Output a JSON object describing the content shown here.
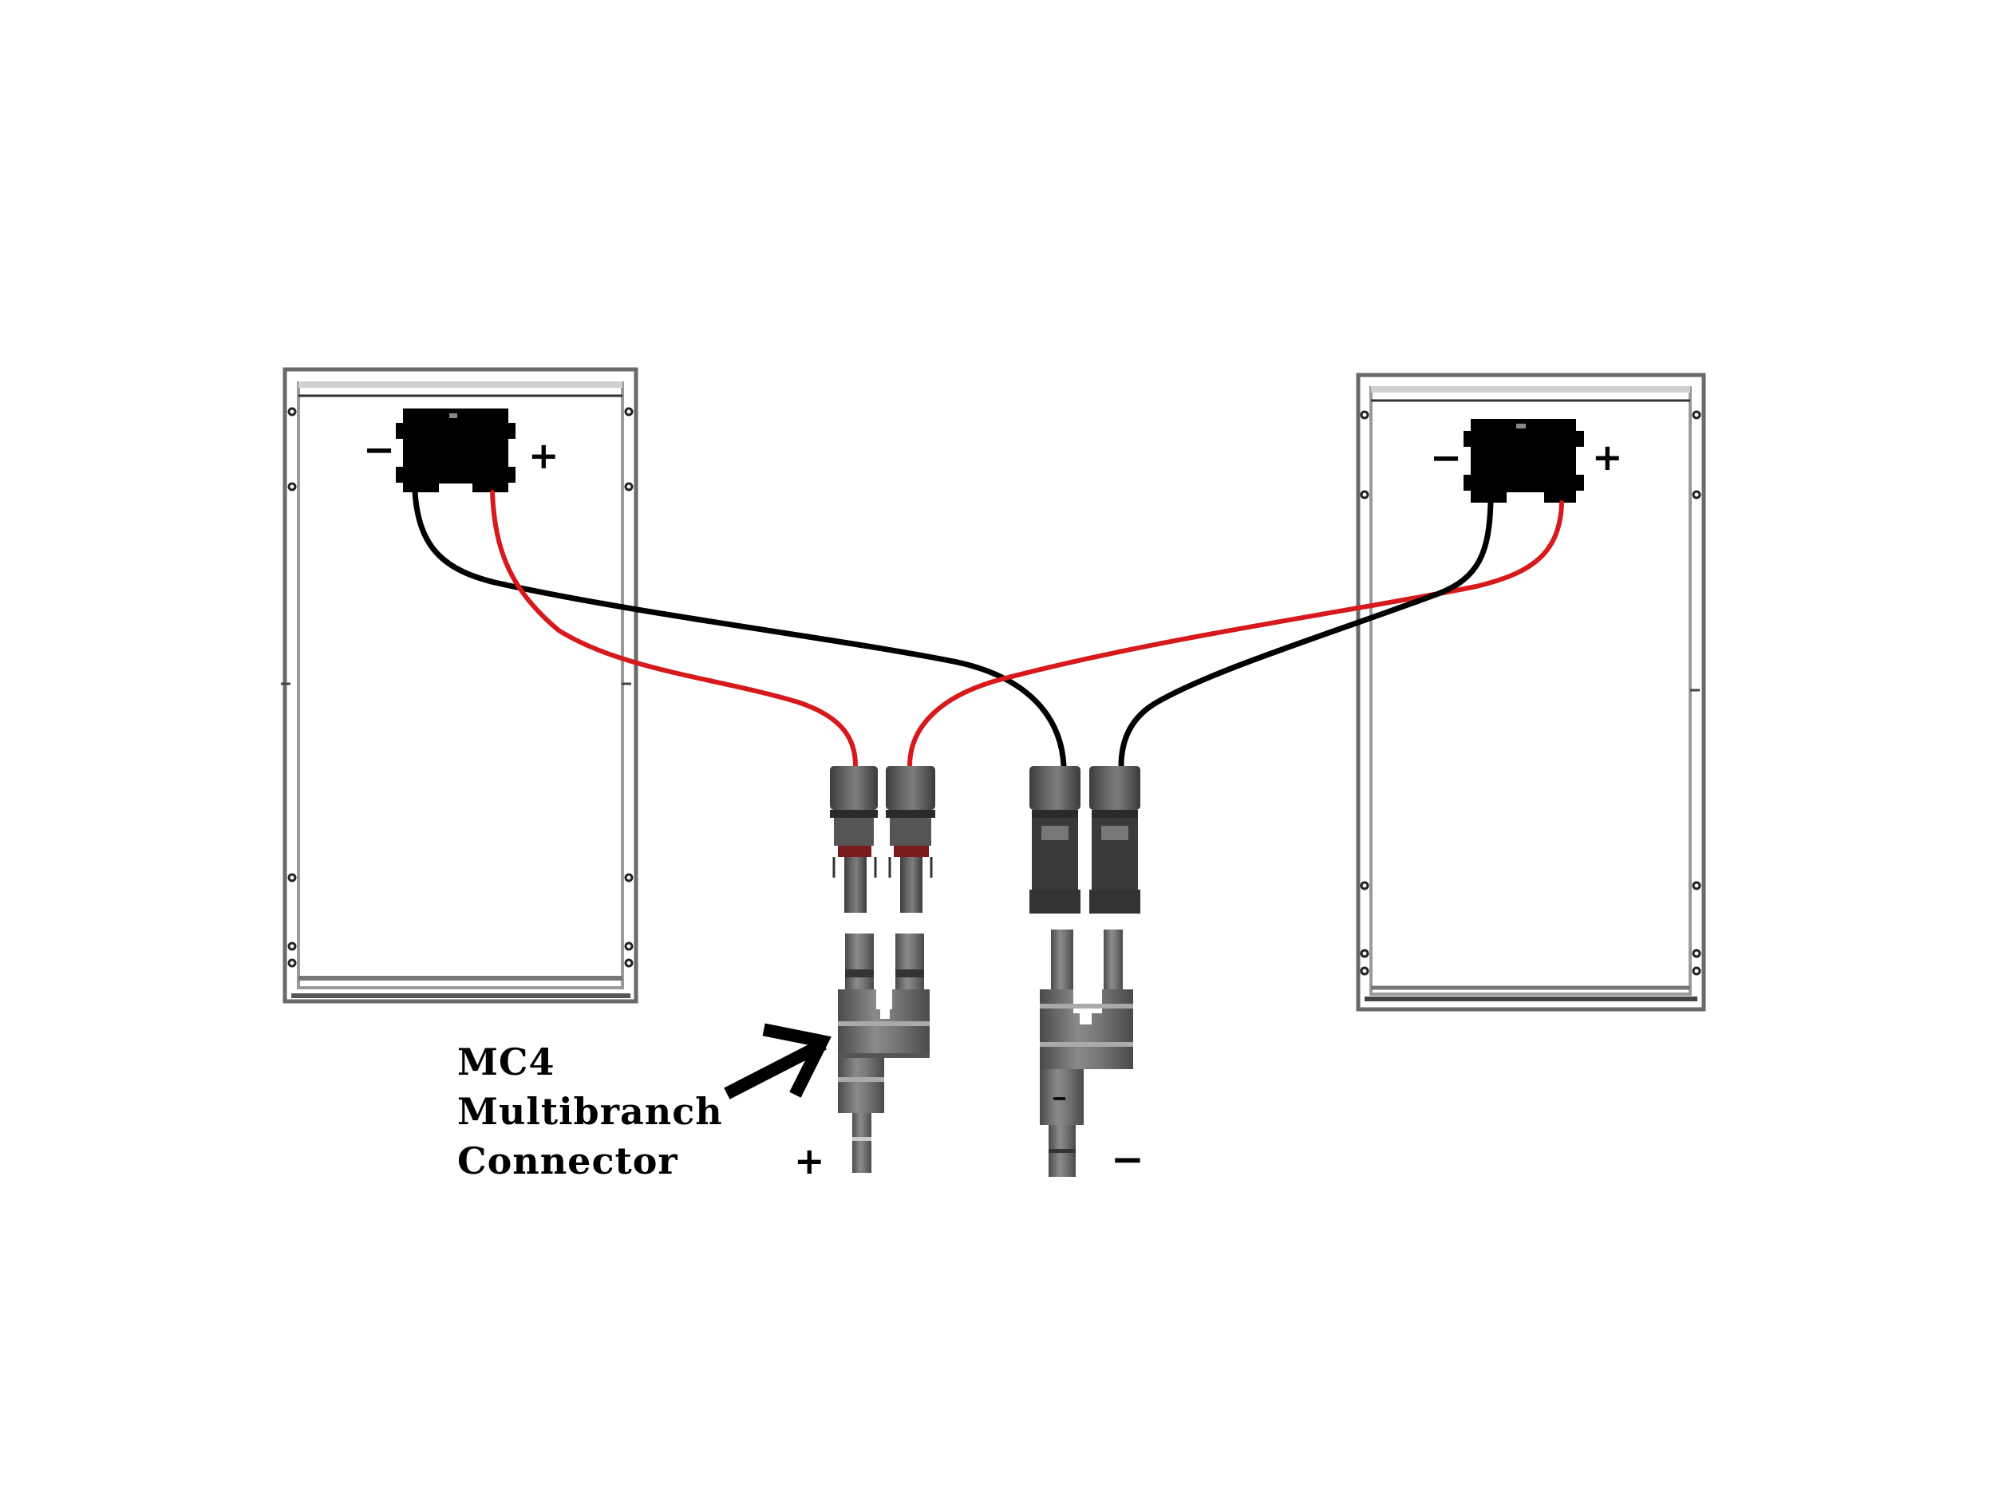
{
  "diagram": {
    "title": "Two solar panels wired in parallel with MC4 multibranch connectors",
    "colors": {
      "positive_wire": "#d7191c",
      "negative_wire": "#000000",
      "panel_frame": "#6e6e6e",
      "junction_box": "#000000",
      "connector_body": "#5a5a5a",
      "background": "#ffffff"
    },
    "panels": [
      {
        "name": "left-solar-panel",
        "junction_box": {
          "negative_label": "−",
          "positive_label": "+"
        }
      },
      {
        "name": "right-solar-panel",
        "junction_box": {
          "negative_label": "−",
          "positive_label": "+"
        }
      }
    ],
    "connectors": {
      "positive_branch": {
        "polarity_label": "+",
        "type": "MC4 female Y-branch"
      },
      "negative_branch": {
        "polarity_label": "−",
        "type": "MC4 male Y-branch"
      }
    },
    "annotation": {
      "lines": [
        "MC4",
        "Multibranch",
        "Connector"
      ],
      "arrow": "pointing to positive Y-branch connector"
    }
  }
}
